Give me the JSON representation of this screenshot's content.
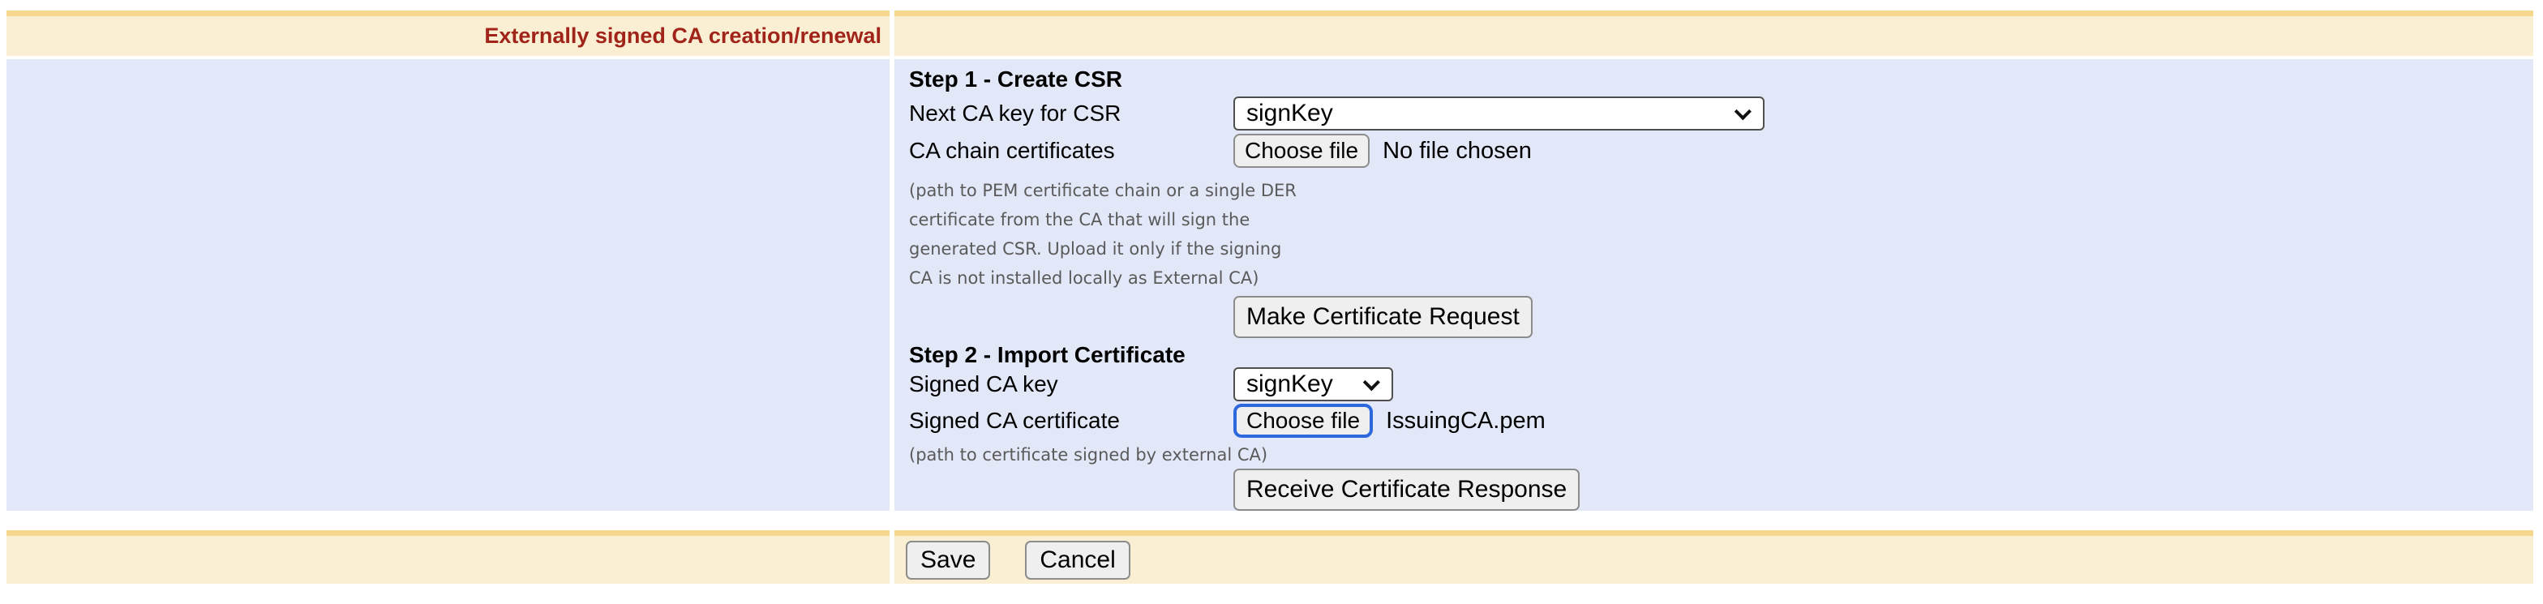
{
  "header": {
    "title": "Externally signed CA creation/renewal"
  },
  "form": {
    "step1": {
      "heading": "Step 1 - Create CSR",
      "next_ca_key_label": "Next CA key for CSR",
      "next_ca_key_value": "signKey",
      "ca_chain_label": "CA chain certificates",
      "ca_chain_button": "Choose file",
      "ca_chain_status": "No file chosen",
      "note_lines": [
        "(path to PEM certificate chain or a single DER",
        "certificate from the CA that will sign the",
        "generated CSR. Upload it only if the signing",
        "CA is not installed locally as External CA)"
      ],
      "make_request_button": "Make Certificate Request"
    },
    "step2": {
      "heading": "Step 2 - Import Certificate",
      "signed_key_label": "Signed CA key",
      "signed_key_value": "signKey",
      "signed_cert_label": "Signed CA certificate",
      "signed_cert_button": "Choose file",
      "signed_cert_filename": "IssuingCA.pem",
      "note": "(path to certificate signed by external CA)",
      "receive_button": "Receive Certificate Response"
    }
  },
  "footer": {
    "save_label": "Save",
    "cancel_label": "Cancel"
  },
  "colors": {
    "header_bar": "#FAEFD2",
    "header_bar_top_strip": "#F5D78E",
    "form_background": "#E3E8F9",
    "title_text": "#A0241A",
    "note_text": "#5A5A5A",
    "control_background": "#EFEFEF",
    "control_border": "#8C8C8C",
    "focus_ring": "#2D69DC"
  }
}
